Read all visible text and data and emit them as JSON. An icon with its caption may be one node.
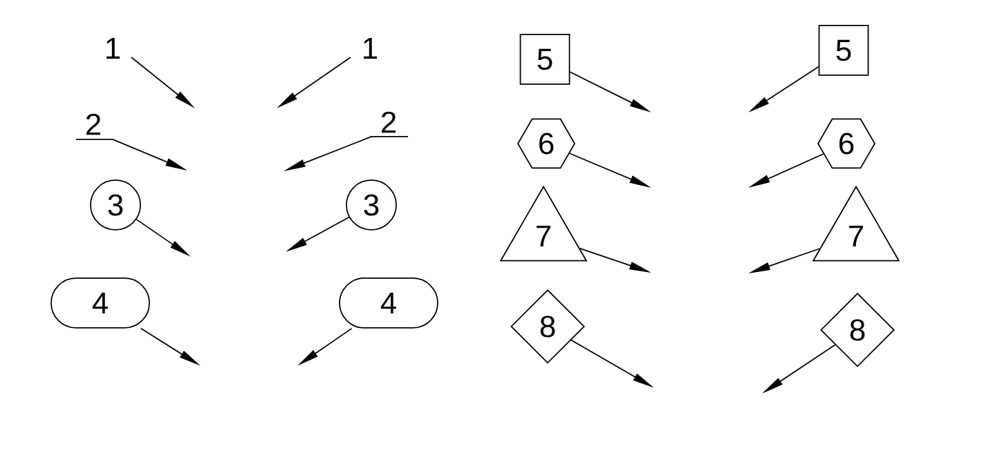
{
  "diagram": {
    "nodes": [
      {
        "text": [
          "1"
        ]
      },
      {
        "text": [
          "1"
        ]
      },
      {
        "text": [
          "5"
        ]
      },
      {
        "text": [
          "5"
        ]
      },
      {
        "text": [
          "2"
        ]
      },
      {
        "text": [
          "2"
        ]
      },
      {
        "text": [
          "6"
        ]
      },
      {
        "text": [
          "6"
        ]
      },
      {
        "text": [
          "3"
        ]
      },
      {
        "text": [
          "3"
        ]
      },
      {
        "text": [
          "7"
        ]
      },
      {
        "text": [
          "7"
        ]
      },
      {
        "text": [
          "4"
        ]
      },
      {
        "text": [
          "4"
        ]
      },
      {
        "text": [
          "8"
        ]
      },
      {
        "text": [
          "8"
        ]
      }
    ],
    "edges": [
      {
        "from": 0,
        "to": null,
        "arrow": "to"
      },
      {
        "from": 1,
        "to": null,
        "arrow": "to"
      },
      {
        "from": 2,
        "to": null,
        "arrow": "to"
      },
      {
        "from": 3,
        "to": null,
        "arrow": "to"
      },
      {
        "from": 4,
        "to": null,
        "arrow": "to"
      },
      {
        "from": 5,
        "to": null,
        "arrow": "to"
      },
      {
        "from": 6,
        "to": null,
        "arrow": "to"
      },
      {
        "from": 7,
        "to": null,
        "arrow": "to"
      },
      {
        "from": 8,
        "to": null,
        "arrow": "to"
      },
      {
        "from": 9,
        "to": null,
        "arrow": "to"
      },
      {
        "from": 10,
        "to": null,
        "arrow": "to"
      },
      {
        "from": 11,
        "to": null,
        "arrow": "to"
      },
      {
        "from": 12,
        "to": null,
        "arrow": "to"
      },
      {
        "from": 13,
        "to": null,
        "arrow": "to"
      },
      {
        "from": 14,
        "to": null,
        "arrow": "to"
      },
      {
        "from": 15,
        "to": null,
        "arrow": "to"
      }
    ]
  }
}
